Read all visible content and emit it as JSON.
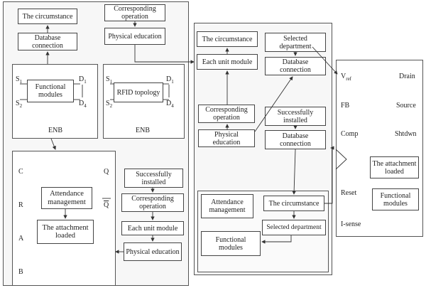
{
  "left_top": {
    "circumstance": "The circumstance",
    "database_connection": "Database connection",
    "corresponding_operation": "Corresponding operation",
    "physical_education": "Physical education"
  },
  "enb_left": {
    "s1": "S",
    "s1_sub": "1",
    "s2": "S",
    "s2_sub": "2",
    "d1": "D",
    "d1_sub": "1",
    "d4": "D",
    "d4_sub": "4",
    "box": "Functional modules",
    "caption": "ENB"
  },
  "enb_right": {
    "s1": "S",
    "s1_sub": "1",
    "s2": "S",
    "s2_sub": "2",
    "d1": "D",
    "d1_sub": "1",
    "d4": "D",
    "d4_sub": "4",
    "box": "RFID topology",
    "caption": "ENB"
  },
  "flipflop": {
    "c": "C",
    "r": "R",
    "a": "A",
    "b": "B",
    "q": "Q",
    "qbar": "Q",
    "attendance": "Attendance management",
    "attachment": "The attachment loaded"
  },
  "left_chain": {
    "installed": "Successfully installed",
    "operation": "Corresponding operation",
    "unit_module": "Each unit module",
    "physical": "Physical education"
  },
  "middle": {
    "circumstance_top": "The circumstance",
    "selected_department_top": "Selected department",
    "unit_module": "Each unit module",
    "database_connection_top": "Database connection",
    "corresponding_operation": "Corresponding operation",
    "physical_education": "Physical education",
    "successfully_installed": "Successfully installed",
    "database_connection_mid": "Database connection",
    "attendance": "Attendance management",
    "circumstance_bottom": "The circumstance",
    "selected_department_bottom": "Selected department",
    "functional_modules": "Functional modules"
  },
  "right_chip": {
    "vref": "V",
    "vref_sub": "ref",
    "fb": "FB",
    "comp": "Comp",
    "reset": "Reset",
    "isense": "I-sense",
    "drain": "Drain",
    "source": "Source",
    "shtdwn": "Shtdwn",
    "attachment": "The attachment loaded",
    "functional": "Functional modules"
  }
}
